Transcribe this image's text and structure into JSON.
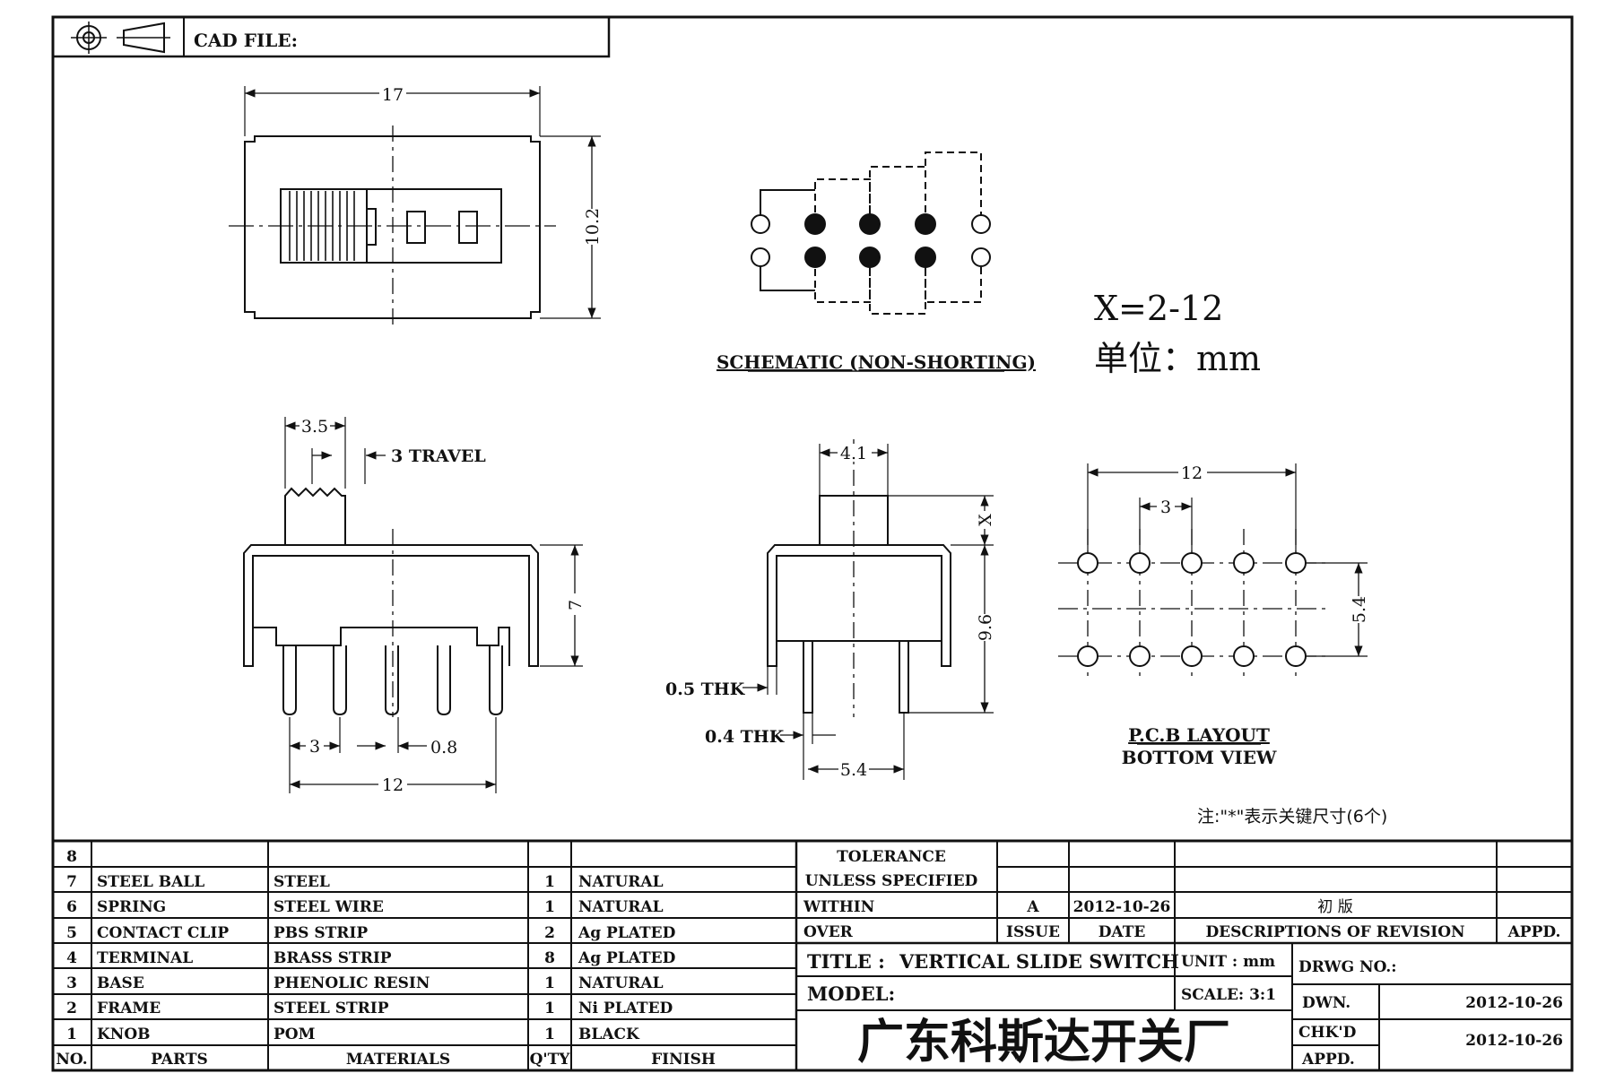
{
  "header": {
    "cad_file_label": "CAD FILE:"
  },
  "top_view": {
    "width": "17",
    "height": "10.2"
  },
  "schematic": {
    "caption": "SCHEMATIC (NON-SHORTING)"
  },
  "notes": {
    "x_range": "X=2-12",
    "unit_label": "单位：mm",
    "key_note": "注:\"*\"表示关键尺寸(6个)"
  },
  "front_view": {
    "knob_width": "3.5",
    "travel": "3 TRAVEL",
    "height": "7",
    "pin_pitch": "3",
    "pin_width": "0.8",
    "pin_span": "12"
  },
  "side_view": {
    "knob_width": "4.1",
    "knob_height": "X",
    "height": "9.6",
    "frame_thk": "0.5 THK",
    "pin_thk": "0.4 THK",
    "pin_spacing": "5.4"
  },
  "pcb": {
    "span": "12",
    "pitch": "3",
    "row_spacing": "5.4",
    "caption_1": "P.C.B LAYOUT",
    "caption_2": "BOTTOM VIEW"
  },
  "parts_table": {
    "headers": [
      "NO.",
      "PARTS",
      "MATERIALS",
      "Q'TY",
      "FINISH"
    ],
    "rows": [
      [
        "8",
        "",
        "",
        "",
        ""
      ],
      [
        "7",
        "STEEL BALL",
        "STEEL",
        "1",
        "NATURAL"
      ],
      [
        "6",
        "SPRING",
        "STEEL WIRE",
        "1",
        "NATURAL"
      ],
      [
        "5",
        "CONTACT CLIP",
        "PBS STRIP",
        "2",
        "Ag PLATED"
      ],
      [
        "4",
        "TERMINAL",
        "BRASS STRIP",
        "8",
        "Ag PLATED"
      ],
      [
        "3",
        "BASE",
        "PHENOLIC RESIN",
        "1",
        "NATURAL"
      ],
      [
        "2",
        "FRAME",
        "STEEL STRIP",
        "1",
        "Ni PLATED"
      ],
      [
        "1",
        "KNOB",
        "POM",
        "1",
        "BLACK"
      ]
    ]
  },
  "title_block": {
    "tolerance_1": "TOLERANCE",
    "tolerance_2": "UNLESS  SPECIFIED",
    "within": "WITHIN",
    "over": "OVER",
    "rev_issue": "A",
    "rev_date": "2012-10-26",
    "rev_desc": "初  版",
    "issue_label": "ISSUE",
    "date_label": "DATE",
    "desc_label": "DESCRIPTIONS OF REVISION",
    "appd_label": "APPD.",
    "title_label": "TITLE :",
    "title_value": "VERTICAL SLIDE SWITCH",
    "unit_label": "UNIT :  mm",
    "drwg_no_label": "DRWG NO.:",
    "model_label": "MODEL:",
    "scale_label": "SCALE:  3:1",
    "dwn_label": "DWN.",
    "dwn_date": "2012-10-26",
    "chkd_label": "CHK'D",
    "chkd_date": "2012-10-26",
    "appd2_label": "APPD.",
    "company": "广东科斯达开关厂"
  }
}
